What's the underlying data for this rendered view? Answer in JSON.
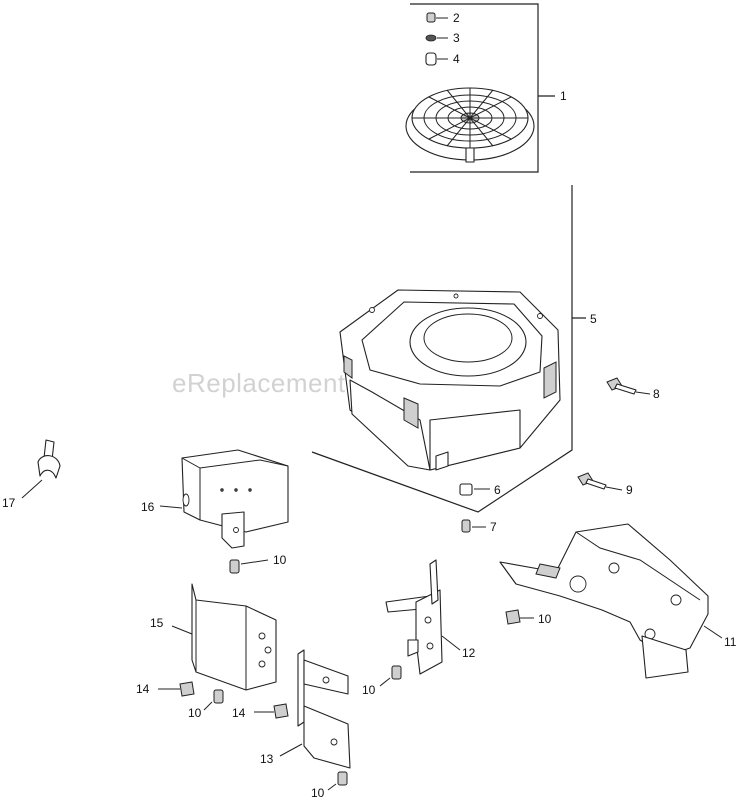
{
  "watermark": "eReplacementParts.com",
  "callouts": {
    "c1": "1",
    "c2": "2",
    "c3": "3",
    "c4": "4",
    "c5": "5",
    "c6": "6",
    "c7": "7",
    "c8": "8",
    "c9": "9",
    "c10a": "10",
    "c10b": "10",
    "c10c": "10",
    "c10d": "10",
    "c10e": "10",
    "c11": "11",
    "c12": "12",
    "c13": "13",
    "c14a": "14",
    "c14b": "14",
    "c15": "15",
    "c16": "16",
    "c17": "17"
  }
}
